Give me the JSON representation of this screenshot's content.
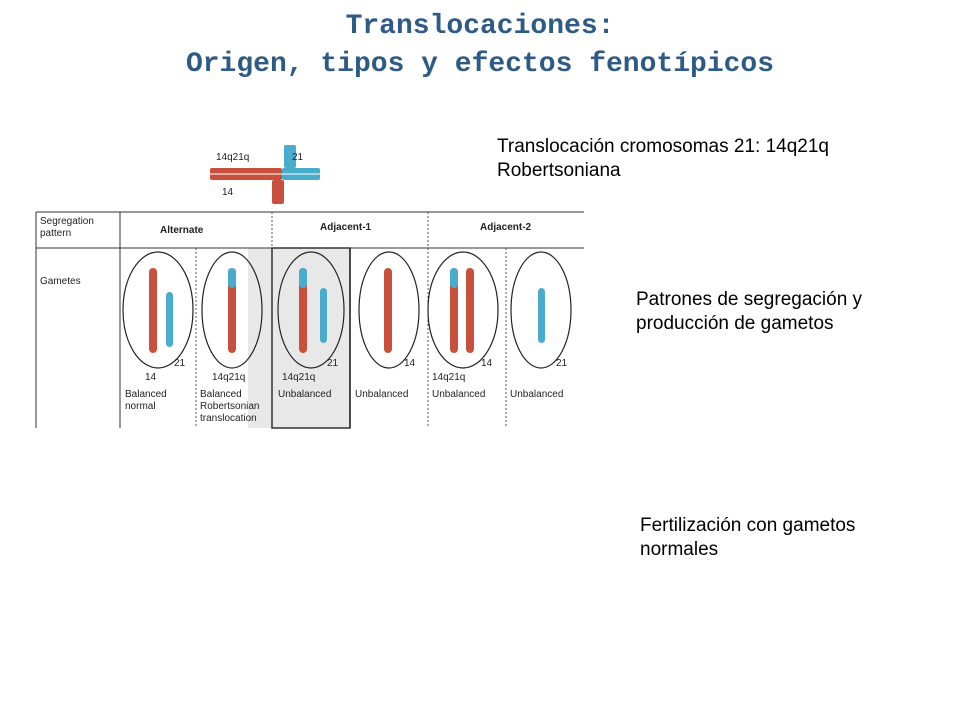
{
  "title": {
    "line1": "Translocaciones:",
    "line2": "Origen, tipos y efectos fenotípicos"
  },
  "notes": {
    "translocation_line1": "Translocación cromosomas 21: 14q21q",
    "translocation_line2": "Robertsoniana",
    "segregation_line1": "Patrones de segregación y",
    "segregation_line2": "producción de gametos",
    "fertilization_line1": "Fertilización con gametos",
    "fertilization_line2": "normales"
  },
  "figure": {
    "top_label_left": "14q21q",
    "top_label_right": "21",
    "top_label_bottom": "14",
    "table": {
      "row1_label_line1": "Segregation",
      "row1_label_line2": "pattern",
      "row2_label": "Gametes",
      "pattern_alternate": "Alternate",
      "pattern_adjacent1": "Adjacent-1",
      "pattern_adjacent2": "Adjacent-2"
    },
    "gametes": [
      {
        "label_a": "14",
        "label_b": "21",
        "caption": [
          "Balanced",
          "normal"
        ]
      },
      {
        "label_a": "14q21q",
        "label_b": "",
        "caption": [
          "Balanced",
          "Robertsonian",
          "translocation"
        ]
      },
      {
        "label_a": "14q21q",
        "label_b": "21",
        "caption": [
          "Unbalanced"
        ]
      },
      {
        "label_a": "14",
        "label_b": "",
        "caption": [
          "Unbalanced"
        ]
      },
      {
        "label_a": "14q21q",
        "label_b": "14",
        "caption": [
          "Unbalanced"
        ]
      },
      {
        "label_a": "21",
        "label_b": "",
        "caption": [
          "Unbalanced"
        ]
      }
    ],
    "colors": {
      "red": "#c8503c",
      "blue": "#4aaccc",
      "highlight": "#e8e8e8"
    }
  }
}
